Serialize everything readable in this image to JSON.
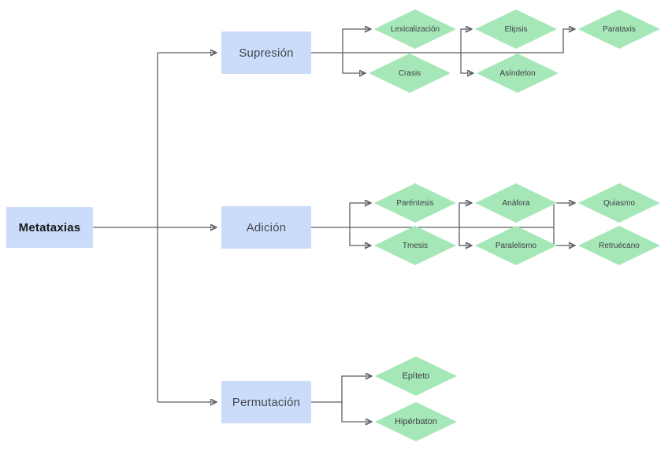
{
  "diagram": {
    "title": "Metataxias concept map",
    "root": {
      "label": "Metataxias",
      "shape": "rectangle"
    },
    "branches": [
      {
        "label": "Supresión",
        "shape": "rectangle",
        "children": [
          {
            "label": "Lexicalización",
            "shape": "diamond"
          },
          {
            "label": "Crasis",
            "shape": "diamond"
          },
          {
            "label": "Elipsis",
            "shape": "diamond"
          },
          {
            "label": "Asíndeton",
            "shape": "diamond"
          },
          {
            "label": "Parataxis",
            "shape": "diamond"
          }
        ]
      },
      {
        "label": "Adición",
        "shape": "rectangle",
        "children": [
          {
            "label": "Paréntesis",
            "shape": "diamond"
          },
          {
            "label": "Tmesis",
            "shape": "diamond"
          },
          {
            "label": "Anáfora",
            "shape": "diamond"
          },
          {
            "label": "Paralelismo",
            "shape": "diamond"
          },
          {
            "label": "Quiasmo",
            "shape": "diamond"
          },
          {
            "label": "Retruécano",
            "shape": "diamond"
          }
        ]
      },
      {
        "label": "Permutación",
        "shape": "rectangle",
        "children": [
          {
            "label": "Epíteto",
            "shape": "diamond"
          },
          {
            "label": "Hipérbaton",
            "shape": "diamond"
          }
        ]
      }
    ]
  },
  "colors": {
    "canvas_bg": "#ffffff",
    "branch_fill": "#cbdcfb",
    "leaf_fill": "#a6e7b8",
    "connector": "#5b5e62",
    "arrowhead": "#3a3d40",
    "root_text": "#17191d",
    "box_text": "#45494e",
    "leaf_text": "#3d4043"
  }
}
